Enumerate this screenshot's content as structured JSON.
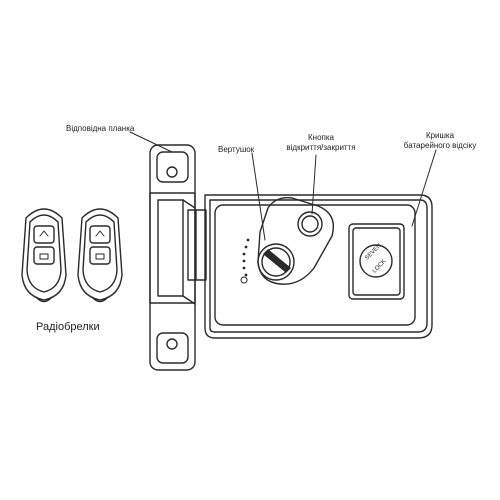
{
  "labels": {
    "strike_plate": "Відповідна планка",
    "knob": "Вертушок",
    "button_line1": "Кнопка",
    "button_line2": "відкриття/закриття",
    "battery_line1": "Кришка",
    "battery_line2": "батарейного відсіку",
    "remotes": "Радіобрелки"
  },
  "logo": {
    "line1": "SEVEN",
    "line2": "LOCK"
  }
}
